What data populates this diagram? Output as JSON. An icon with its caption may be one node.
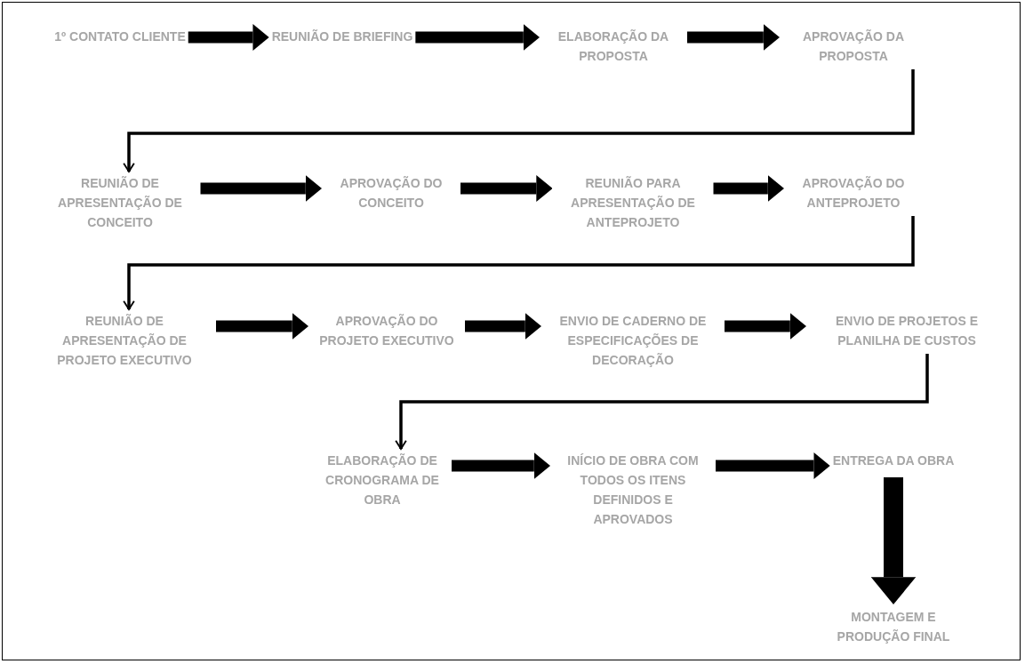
{
  "diagram": {
    "nodes": [
      {
        "text": [
          "1º CONTATO CLIENTE"
        ]
      },
      {
        "text": [
          "REUNIÃO DE BRIEFING"
        ]
      },
      {
        "text": [
          "ELABORAÇÃO DA PROPOSTA"
        ]
      },
      {
        "text": [
          "APROVAÇÃO DA PROPOSTA"
        ]
      },
      {
        "text": [
          "REUNIÃO DE APRESENTAÇÃO DE CONCEITO"
        ]
      },
      {
        "text": [
          "APROVAÇÃO DO CONCEITO"
        ]
      },
      {
        "text": [
          "REUNIÃO PARA APRESENTAÇÃO DE ANTEPROJETO"
        ]
      },
      {
        "text": [
          "APROVAÇÃO DO ANTEPROJETO"
        ]
      },
      {
        "text": [
          "REUNIÃO DE APRESENTAÇÃO DE PROJETO EXECUTIVO"
        ]
      },
      {
        "text": [
          "APROVAÇÃO DO PROJETO EXECUTIVO"
        ]
      },
      {
        "text": [
          "ENVIO DE CADERNO DE ESPECIFICAÇÕES DE DECORAÇÃO"
        ]
      },
      {
        "text": [
          "ENVIO DE PROJETOS E PLANILHA DE CUSTOS"
        ]
      },
      {
        "text": [
          "ELABORAÇÃO DE CRONOGRAMA DE OBRA"
        ]
      },
      {
        "text": [
          "INÍCIO DE OBRA COM TODOS OS ITENS DEFINIDOS E APROVADOS"
        ]
      },
      {
        "text": [
          "ENTREGA DA OBRA"
        ]
      },
      {
        "text": [
          "MONTAGEM E PRODUÇÃO FINAL"
        ]
      }
    ],
    "edges": [
      {
        "from": 0,
        "to": 1,
        "arrow": "to"
      },
      {
        "from": 1,
        "to": 2,
        "arrow": "to"
      },
      {
        "from": 2,
        "to": 3,
        "arrow": "to"
      },
      {
        "from": 3,
        "to": 4,
        "arrow": "to"
      },
      {
        "from": 4,
        "to": 5,
        "arrow": "to"
      },
      {
        "from": 5,
        "to": 6,
        "arrow": "to"
      },
      {
        "from": 6,
        "to": 7,
        "arrow": "to"
      },
      {
        "from": 7,
        "to": 8,
        "arrow": "to"
      },
      {
        "from": 8,
        "to": 9,
        "arrow": "to"
      },
      {
        "from": 9,
        "to": 10,
        "arrow": "to"
      },
      {
        "from": 10,
        "to": 11,
        "arrow": "to"
      },
      {
        "from": 11,
        "to": 12,
        "arrow": "to"
      },
      {
        "from": 12,
        "to": 13,
        "arrow": "to"
      },
      {
        "from": 13,
        "to": 14,
        "arrow": "to"
      },
      {
        "from": 14,
        "to": 15,
        "arrow": "to"
      }
    ]
  }
}
